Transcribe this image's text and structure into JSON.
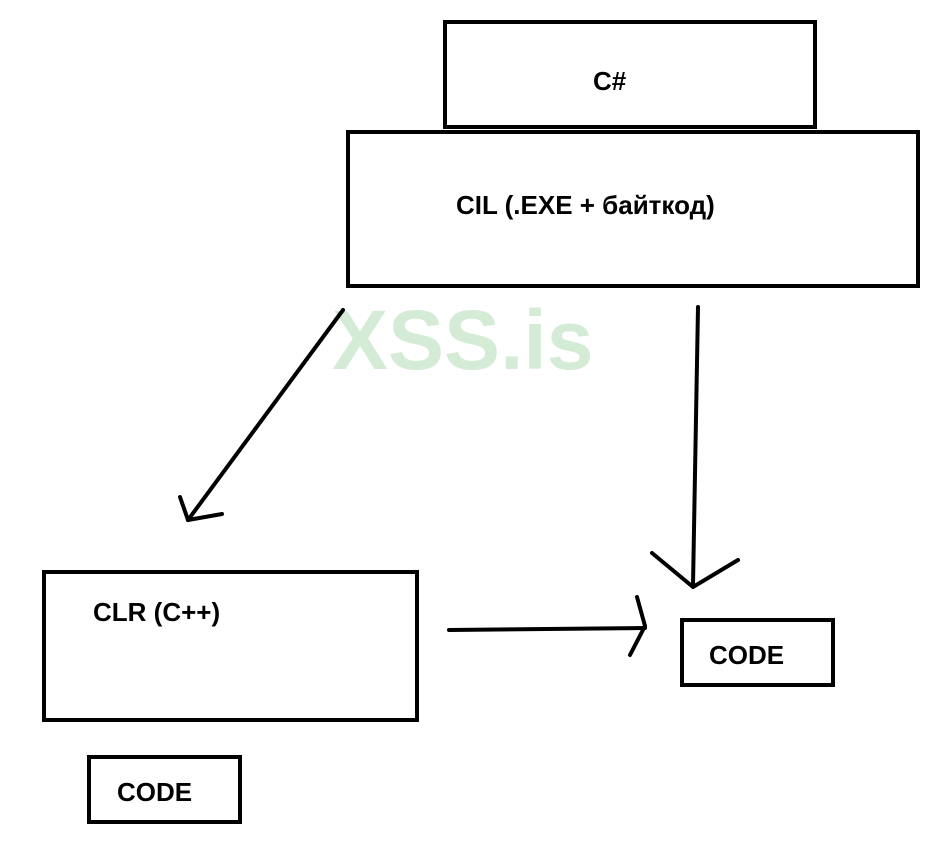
{
  "diagram": {
    "nodes": {
      "csharp": {
        "label": "C#"
      },
      "cil": {
        "label": "CIL (.EXE + байткод)"
      },
      "clr": {
        "label": "CLR (C++)"
      },
      "code_right": {
        "label": "CODE"
      },
      "code_bottom": {
        "label": "CODE"
      }
    },
    "edges": [
      {
        "from": "cil",
        "to": "clr"
      },
      {
        "from": "cil",
        "to": "code_right"
      },
      {
        "from": "clr",
        "to": "code_right"
      }
    ],
    "watermark": {
      "text": "XSS.is",
      "color": "#d4ecd6"
    },
    "colors": {
      "stroke": "#000000",
      "background": "#ffffff"
    }
  }
}
